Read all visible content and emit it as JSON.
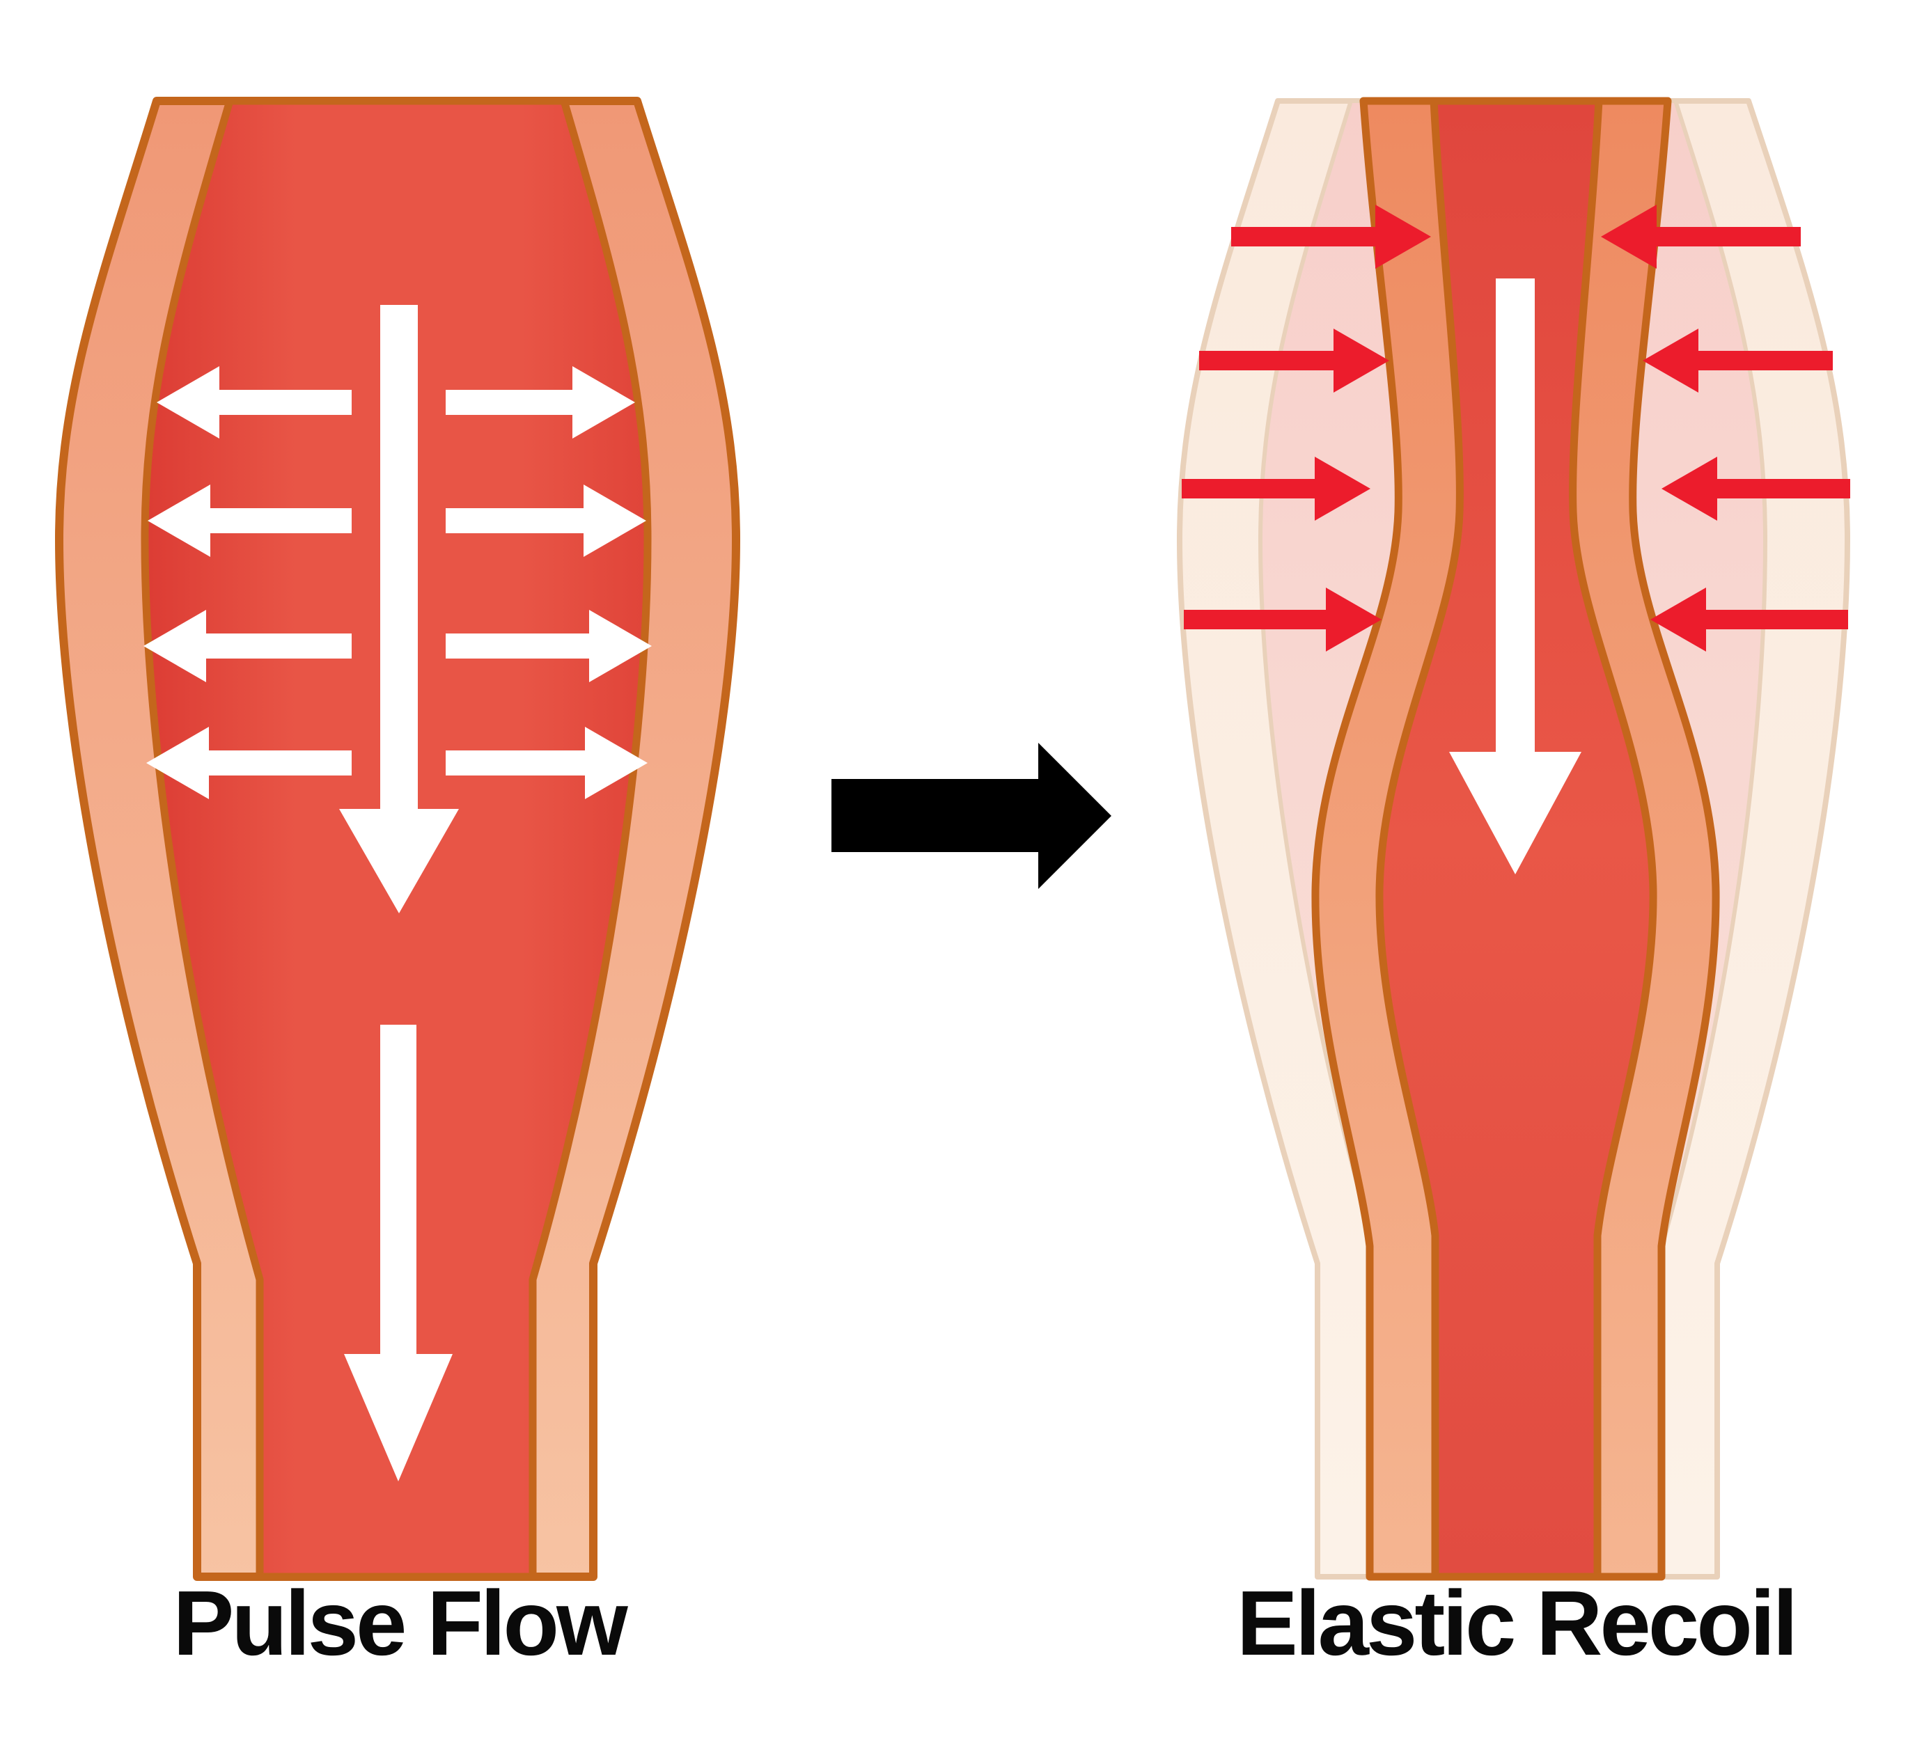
{
  "diagram": {
    "left_panel": {
      "label": "Pulse Flow",
      "state": "dilated artery during pulse",
      "outward_arrow_rows": 4,
      "flow_direction": "down"
    },
    "right_panel": {
      "label": "Elastic Recoil",
      "state": "artery wall recoiling inward",
      "recoil_arrow_rows_per_side": 4,
      "flow_direction": "down"
    }
  },
  "colors": {
    "background": "#FFFFFF",
    "vessel_outline": "#C4661C",
    "ghost_outline": "#E9D1BA",
    "left_wall_top": "#F09876",
    "left_wall_bottom": "#F7C3A3",
    "lumen_edge_dark": "#DC3C34",
    "lumen_main": "#E85546",
    "lumen_edge_soft": "#E04439",
    "right_wall_top": "#EE8A60",
    "right_wall_bottom": "#F5B591",
    "recoil_lumen_top": "#E0463D",
    "recoil_lumen_mid": "#E95747",
    "recoil_lumen_bottom": "#E14C41",
    "pink_top": "#F7CFCA",
    "pink_bottom": "#FAE3DB",
    "cream_top": "#FAEADD",
    "cream_bottom": "#FCF2E8",
    "white_arrow": "#FFFFFF",
    "red_arrow": "#EC1C2C",
    "transition_arrow": "#000000",
    "label_text": "#0A0A0A"
  }
}
